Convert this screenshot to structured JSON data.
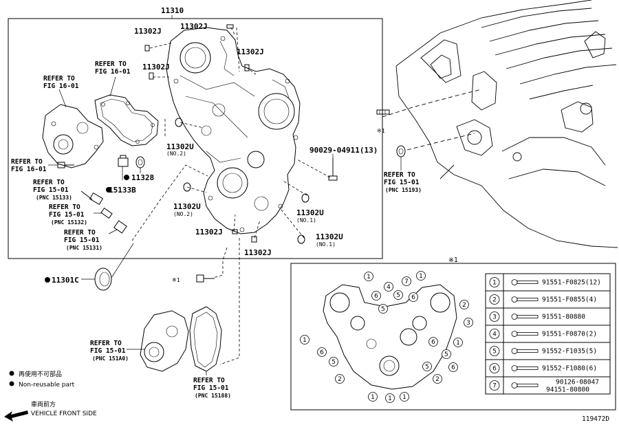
{
  "main_part": "11310",
  "labels": {
    "l_11302j_a": "11302J",
    "l_11302j_b": "11302J",
    "l_11302j_c": "11302J",
    "l_11302j_d": "11302J",
    "l_11302j_e": "11302J",
    "l_11302j_f": "11302J",
    "l_11302u_a": "11302U",
    "l_11302u_b": "11302U",
    "l_11302u_c": "11302U",
    "l_11302u_d": "11302U",
    "l_90029": "90029-04911(13)",
    "l_11328": "11328",
    "l_15133b": "15133B",
    "l_11301c": "11301C"
  },
  "subs": {
    "no2_a": "(NO.2)",
    "no2_b": "(NO.2)",
    "no1_a": "(NO.1)",
    "no1_b": "(NO.1)"
  },
  "refs": {
    "r1": [
      "REFER TO",
      "FIG 16-01"
    ],
    "r2": [
      "REFER TO",
      "FIG 16-01"
    ],
    "r3": [
      "REFER TO",
      "FIG 16-01"
    ],
    "r4": [
      "REFER TO",
      "FIG 15-01",
      "(PNC 15133)"
    ],
    "r5": [
      "REFER TO",
      "FIG 15-01",
      "(PNC 15132)"
    ],
    "r6": [
      "REFER TO",
      "FIG 15-01",
      "(PNC 15131)"
    ],
    "r7": [
      "REFER TO",
      "FIG 15-01",
      "(PNC 15193)"
    ],
    "r8": [
      "REFER TO",
      "FIG 15-01",
      "(PNC 151A0)"
    ],
    "r9": [
      "REFER TO",
      "FIG 15-01",
      "(PNC 15188)"
    ]
  },
  "note_mark": "※1",
  "legend": {
    "nonreuse_jp": "再使用不可部品",
    "nonreuse_en": "Non-reusable part",
    "front_jp": "車両前方",
    "front_en": "VEHICLE FRONT SIDE"
  },
  "detail_title": "※1",
  "bolt_table": [
    {
      "no": "1",
      "parts": [
        "91551-F0825(12)"
      ]
    },
    {
      "no": "2",
      "parts": [
        "91551-F0855(4)"
      ]
    },
    {
      "no": "3",
      "parts": [
        "91551-80880"
      ]
    },
    {
      "no": "4",
      "parts": [
        "91551-F0870(2)"
      ]
    },
    {
      "no": "5",
      "parts": [
        "91552-F1035(5)"
      ]
    },
    {
      "no": "6",
      "parts": [
        "91552-F1080(6)"
      ]
    },
    {
      "no": "7",
      "parts": [
        "90126-08047",
        "94151-80800"
      ]
    }
  ],
  "detail_callouts": [
    "1",
    "7",
    "1",
    "4",
    "5",
    "6",
    "5",
    "6",
    "2",
    "3",
    "1",
    "1",
    "6",
    "5",
    "6",
    "5",
    "2",
    "2",
    "6",
    "5",
    "1",
    "1",
    "1"
  ],
  "drawing_id": "119472D"
}
